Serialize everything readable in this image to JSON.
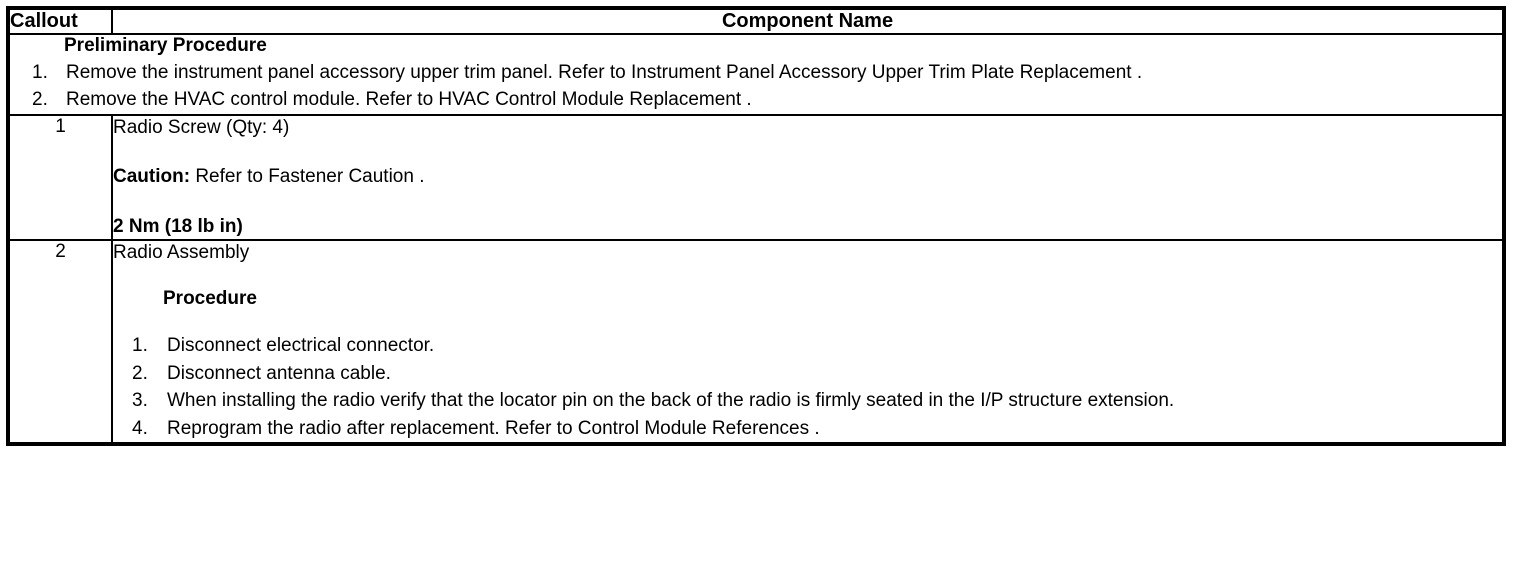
{
  "table": {
    "headers": {
      "callout": "Callout",
      "component_name": "Component Name"
    },
    "preliminary": {
      "title": "Preliminary Procedure",
      "steps": [
        {
          "num": "1.",
          "text": "Remove the instrument panel accessory upper trim panel. Refer to Instrument Panel Accessory Upper Trim Plate Replacement ."
        },
        {
          "num": "2.",
          "text": "Remove the HVAC control module. Refer to HVAC Control Module Replacement ."
        }
      ]
    },
    "rows": [
      {
        "callout": "1",
        "component_name": "Radio Screw (Qty: 4)",
        "caution_label": "Caution:",
        "caution_text": " Refer to Fastener Caution .",
        "torque": "2 Nm (18 lb in)"
      },
      {
        "callout": "2",
        "component_name": "Radio Assembly",
        "procedure_title": "Procedure",
        "steps": [
          {
            "num": "1.",
            "text": "Disconnect electrical connector."
          },
          {
            "num": "2.",
            "text": "Disconnect antenna cable."
          },
          {
            "num": "3.",
            "text": "When installing the radio verify that the locator pin on the back of the radio is firmly seated in the I/P structure extension."
          },
          {
            "num": "4.",
            "text": "Reprogram the radio after replacement. Refer to Control Module References ."
          }
        ]
      }
    ]
  }
}
